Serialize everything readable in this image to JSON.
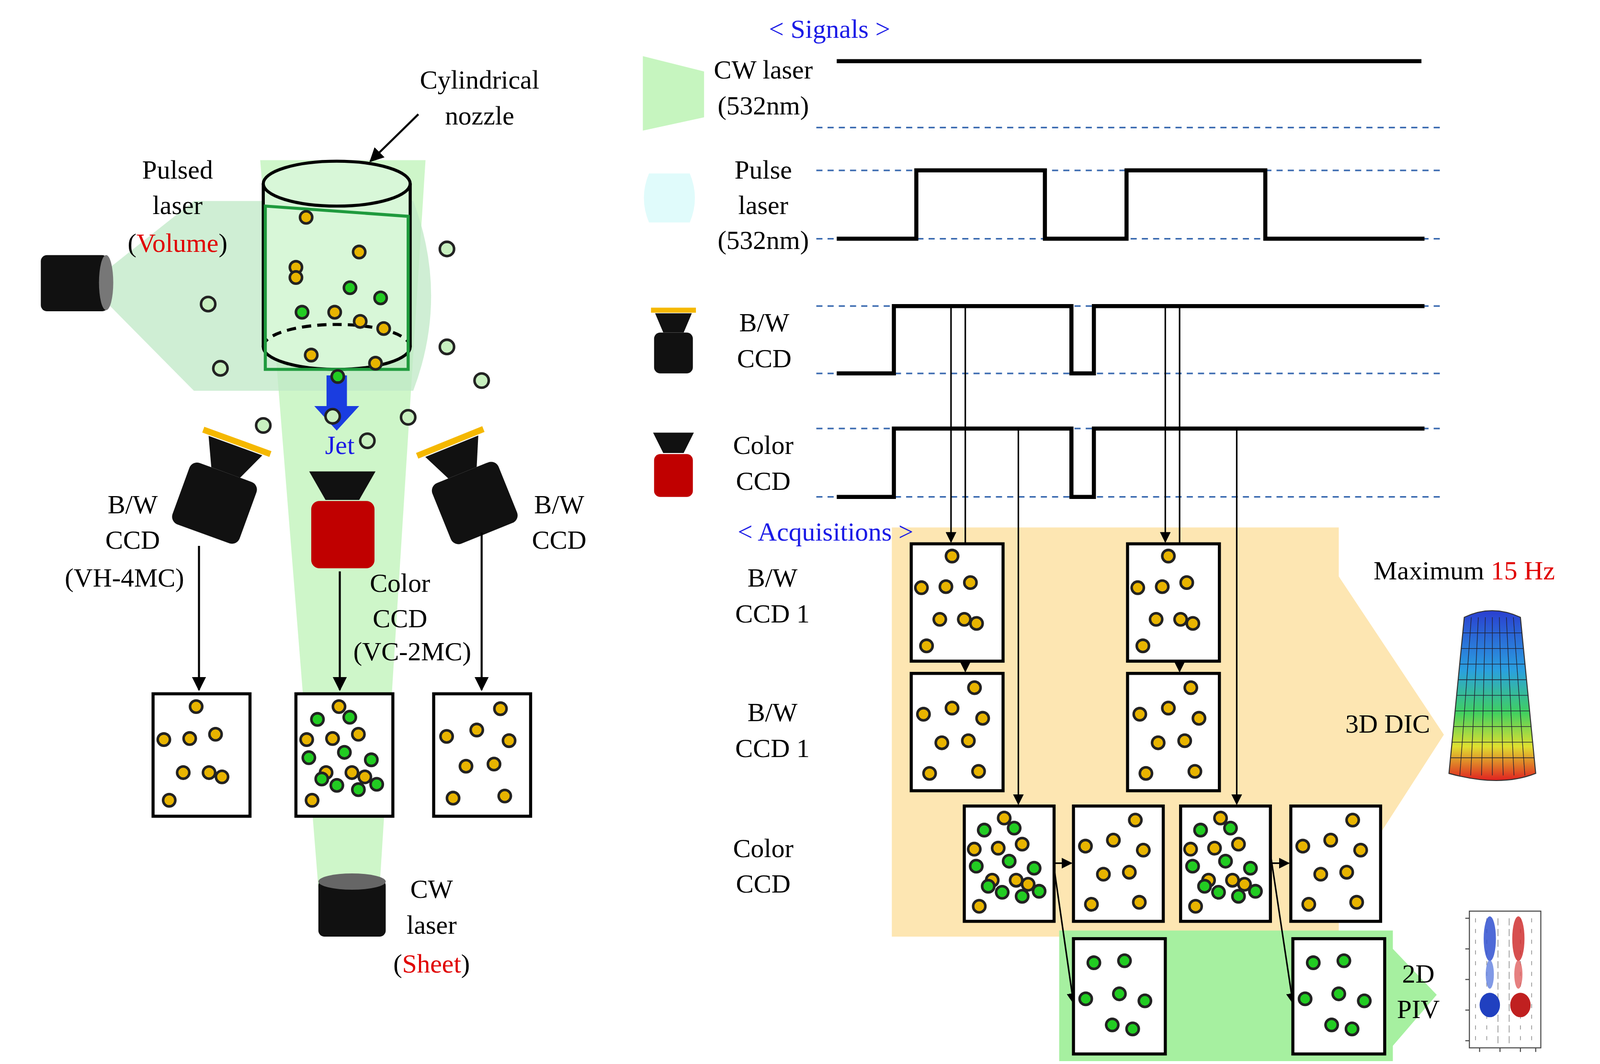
{
  "diagram": {
    "labels": [
      "Cylindrical nozzle",
      "Pulsed laser",
      "(",
      "Volume",
      ")",
      "Jet",
      "B/W CCD",
      "(VH-4MC)",
      "Color CCD",
      "(VC-2MC)",
      "B/W CCD",
      "CW laser",
      "(",
      "Sheet",
      ")",
      "< Signals >",
      "CW laser (532nm)",
      "Pulse laser (532nm)",
      "B/W CCD",
      "Color CCD",
      "< Acquisitions >",
      "B/W CCD 1",
      "B/W CCD 1",
      "Color CCD",
      "Maximum",
      "15 Hz",
      "3D DIC",
      "2D PIV"
    ]
  }
}
